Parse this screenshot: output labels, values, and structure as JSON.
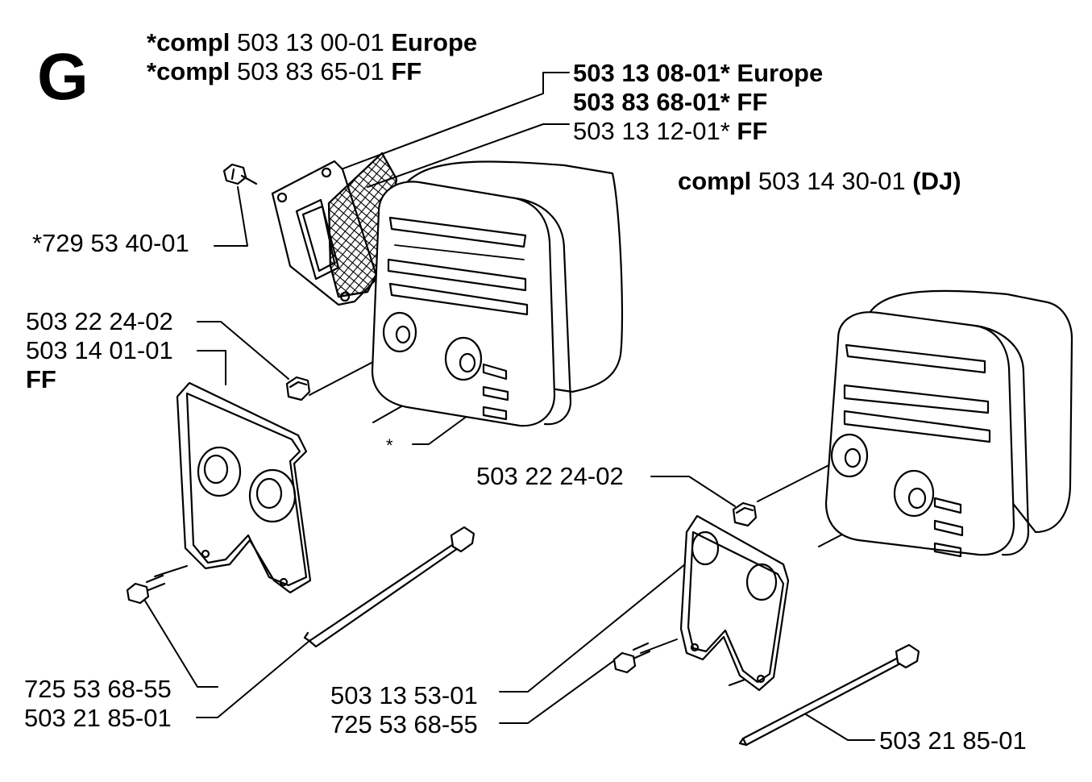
{
  "section": "G",
  "header": [
    {
      "prefix": "*compl",
      "number": "503 13 00-01",
      "suffix": "Europe"
    },
    {
      "prefix": "*compl",
      "number": "503 83 65-01",
      "suffix": "FF"
    }
  ],
  "screen_labels": [
    {
      "number": "503 13 08-01*",
      "suffix": "Europe"
    },
    {
      "number": "503 83 68-01*",
      "suffix": "FF"
    },
    {
      "number": "503 13 12-01*",
      "suffix": "FF"
    }
  ],
  "dj": {
    "prefix": "compl",
    "number": "503 14 30-01",
    "suffix": "(DJ)"
  },
  "parts": {
    "screw_729": "*729 53 40-01",
    "nut_left": "503 22 24-02",
    "gasket_left": "503 14 01-01",
    "gasket_left_note": "FF",
    "star": "*",
    "nut_right": "503 22 24-02",
    "bolt_left_a": "725 53 68-55",
    "bolt_left_b": "503 21 85-01",
    "plate_right": "503 13 53-01",
    "bolt_right": "725 53 68-55",
    "rod_right": "503 21 85-01"
  }
}
